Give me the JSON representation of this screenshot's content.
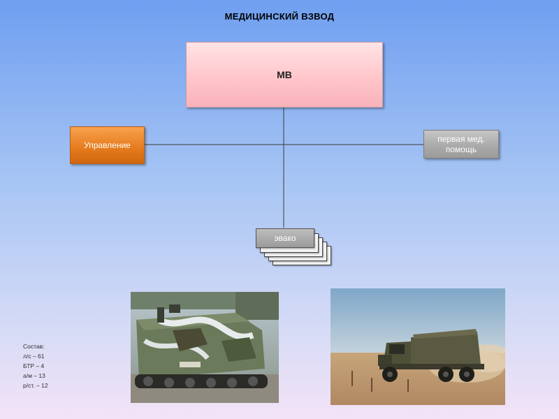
{
  "page": {
    "title": "МЕДИЦИНСКИЙ ВЗВОД"
  },
  "org": {
    "root": "МВ",
    "left": "Управление",
    "right_line1": "первая мед.",
    "right_line2": "помощь",
    "bottom": "эвако"
  },
  "legend": {
    "heading": "Состав:",
    "items": [
      "л/с – 61",
      "БТР – 4",
      "а/м – 13",
      "р/ст. – 12"
    ]
  },
  "photos": [
    {
      "icon": "armored-carrier-photo"
    },
    {
      "icon": "military-truck-photo"
    }
  ]
}
